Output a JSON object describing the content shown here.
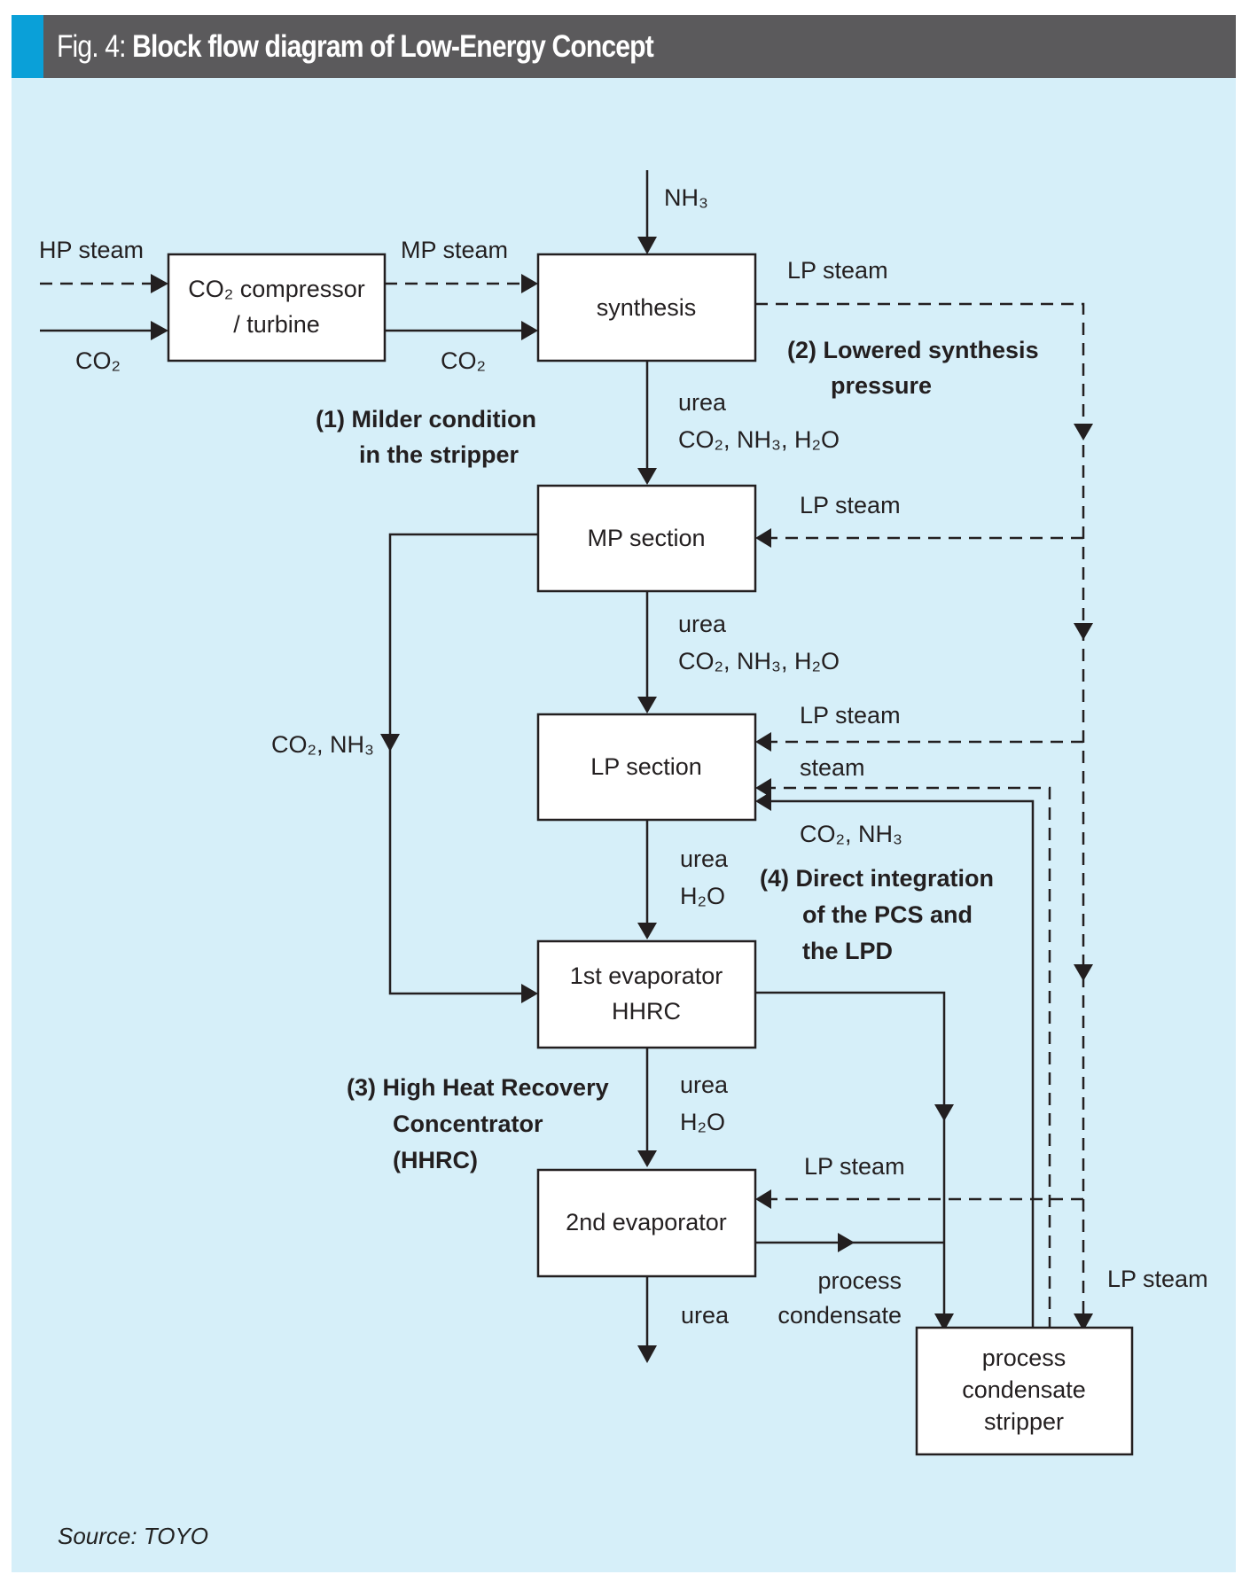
{
  "header": {
    "fig_number": "Fig. 4:",
    "title": "Block flow diagram of Low-Energy Concept",
    "accent_color": "#0aa0d8",
    "bar_color": "#5b5a5c",
    "panel_color": "#d6eff9"
  },
  "source": "Source: TOYO",
  "blocks": {
    "compressor": [
      "CO₂ compressor",
      "/ turbine"
    ],
    "synthesis": [
      "synthesis"
    ],
    "mp_section": [
      "MP section"
    ],
    "lp_section": [
      "LP section"
    ],
    "evap1": [
      "1st evaporator",
      "HHRC"
    ],
    "evap2": [
      "2nd evaporator"
    ],
    "pcs": [
      "process",
      "condensate",
      "stripper"
    ]
  },
  "streams": {
    "hp_steam": "HP steam",
    "co2_in": "CO₂",
    "mp_steam": "MP steam",
    "co2_out": "CO₂",
    "nh3": "NH₃",
    "lp_steam_synth": "LP steam",
    "syn_to_mp": [
      "urea",
      "CO₂, NH₃, H₂O"
    ],
    "lp_steam_mp": "LP steam",
    "mp_to_lp": [
      "urea",
      "CO₂, NH₃, H₂O"
    ],
    "lp_steam_lp": "LP steam",
    "steam_lp": "steam",
    "co2_nh3_pcs": "CO₂, NH₃",
    "co2_nh3_bypass": "CO₂, NH₃",
    "lp_to_evap1": [
      "urea",
      "H₂O"
    ],
    "evap1_to_evap2": [
      "urea",
      "H₂O"
    ],
    "lp_steam_evap2": "LP steam",
    "process_condensate": [
      "process",
      "condensate"
    ],
    "urea_out": "urea",
    "lp_steam_pcs": "LP steam"
  },
  "notes": {
    "n1": [
      "(1) Milder condition",
      "in the stripper"
    ],
    "n2": [
      "(2) Lowered synthesis",
      "pressure"
    ],
    "n3": [
      "(3) High Heat Recovery",
      "Concentrator",
      "(HHRC)"
    ],
    "n4": [
      "(4) Direct integration",
      "of the PCS and",
      "the LPD"
    ]
  }
}
